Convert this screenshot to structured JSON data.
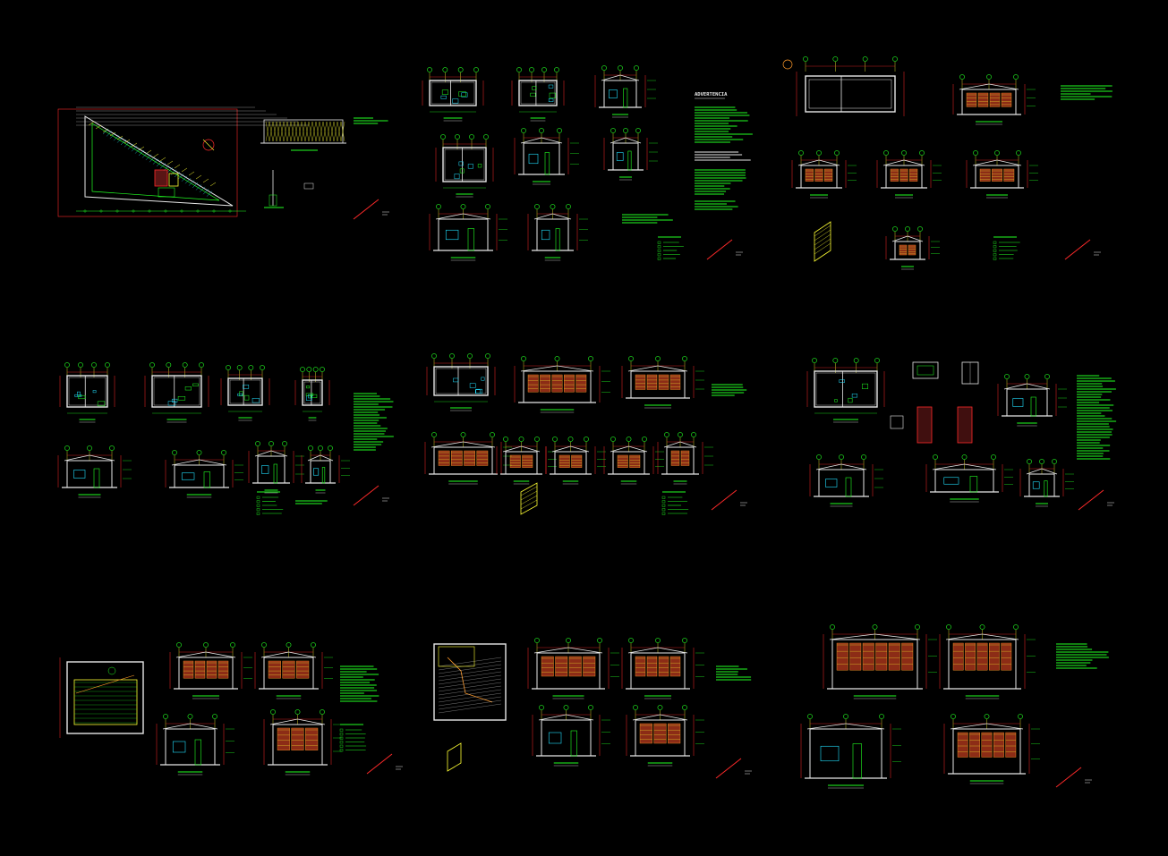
{
  "window": {
    "title": "",
    "background": "#000000"
  },
  "palette": {
    "red": "#ff2a2a",
    "green": "#22ff22",
    "yellow": "#ffff33",
    "cyan": "#22e0ff",
    "white": "#e8e8e8",
    "orange": "#ff9a2a",
    "magenta": "#ff33ff"
  },
  "sheets": [
    {
      "id": "sheet-1",
      "kind": "site-plan",
      "label": ""
    },
    {
      "id": "sheet-2",
      "kind": "floor-plans-and-sections",
      "label": ""
    },
    {
      "id": "sheet-3",
      "kind": "plan-and-elevations",
      "label": ""
    },
    {
      "id": "sheet-4",
      "kind": "plans-and-sections",
      "label": ""
    },
    {
      "id": "sheet-5",
      "kind": "elevations",
      "label": ""
    },
    {
      "id": "sheet-6",
      "kind": "plans-and-details",
      "label": ""
    },
    {
      "id": "sheet-7",
      "kind": "plan-and-facades",
      "label": ""
    },
    {
      "id": "sheet-8",
      "kind": "plan-and-facades",
      "label": ""
    },
    {
      "id": "sheet-9",
      "kind": "facades",
      "label": ""
    }
  ],
  "notes_heading": "ADVERTENCIA"
}
